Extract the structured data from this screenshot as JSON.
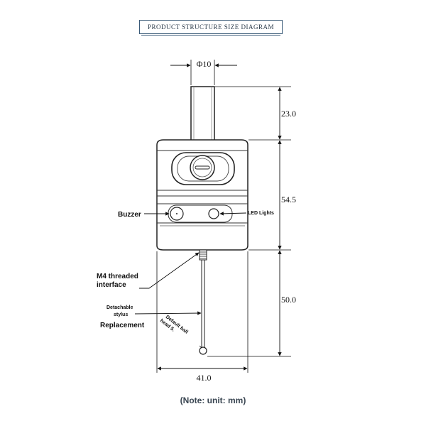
{
  "title": "PRODUCT STRUCTURE SIZE DIAGRAM",
  "dimensions": {
    "diameter": "Φ10",
    "stem_height": "23.0",
    "body_height": "54.5",
    "stylus_length": "50.0",
    "body_width": "41.0"
  },
  "labels": {
    "buzzer": "Buzzer",
    "led": "LED Lights",
    "m4_line1": "M4 threaded",
    "m4_line2": "interface",
    "stylus_line1": "Detachable",
    "stylus_line2": "stylus",
    "replacement": "Replacement",
    "ball_line1": "Default ball",
    "ball_line2": "head 5."
  },
  "note": "(Note: unit: mm)"
}
